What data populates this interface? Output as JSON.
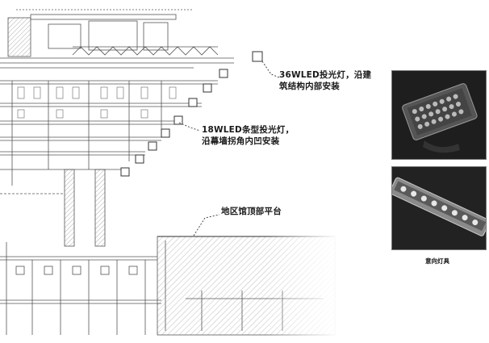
{
  "annotations": {
    "light_36w_line1": "36WLED投光灯，沿建",
    "light_36w_line2": "筑结构内部安装",
    "light_18w_line1": "18WLED条型投光灯，",
    "light_18w_line2": "沿幕墙拐角内凹安装",
    "platform": "地区馆顶部平台"
  },
  "photos": {
    "caption": "意向灯具"
  },
  "colors": {
    "line": "#555555",
    "hatch": "#bdbdbd",
    "photo_bg": "#2a2a2a"
  }
}
